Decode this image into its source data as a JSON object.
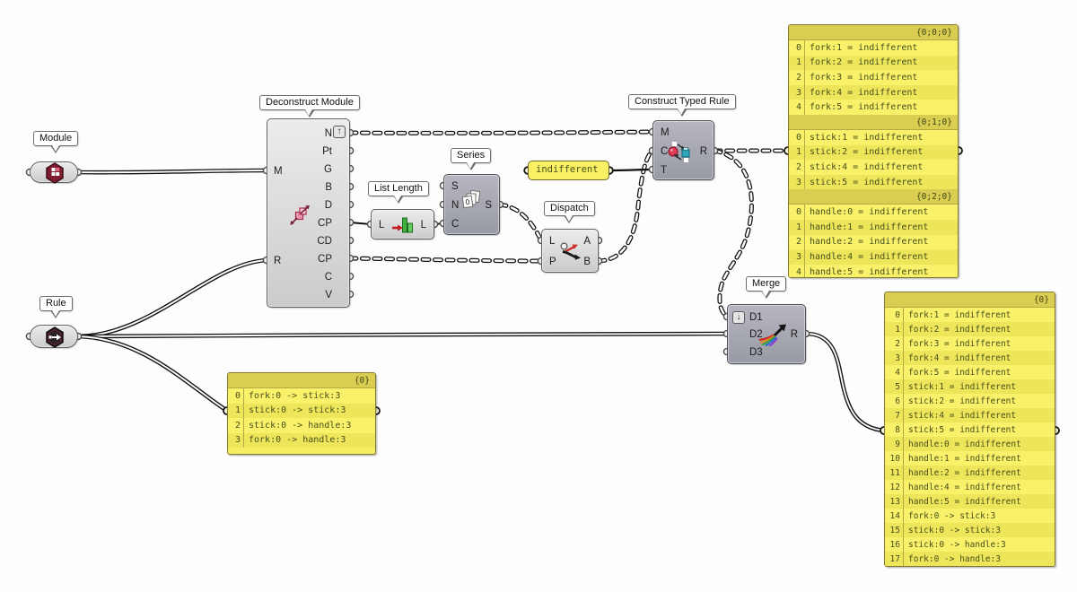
{
  "colors": {
    "canvas": "#fdfdfd",
    "wire": "#111111",
    "panel_yellow": "#f5ed62",
    "panel_header_yellow": "#d9ce52",
    "panel_text": "#474f1d",
    "component_gray": "#d9d9d9",
    "component_dark_gray": "#a8a8b2",
    "module_icon_red": "#7e1c30",
    "series_icon_teal": "#2fa7b8"
  },
  "icons": {
    "publish_up": "↑",
    "flatten_down": "↓"
  },
  "components": {
    "module": {
      "label": "Module"
    },
    "rule": {
      "label": "Rule"
    },
    "deconstruct": {
      "label": "Deconstruct Module",
      "inputs": [
        "M",
        "R"
      ],
      "outputs": [
        "N",
        "Pt",
        "G",
        "B",
        "D",
        "CP",
        "CD",
        "CP",
        "C",
        "V"
      ]
    },
    "list_length": {
      "label": "List Length",
      "inputs": [
        "L"
      ],
      "outputs": [
        "L"
      ]
    },
    "series": {
      "label": "Series",
      "inputs": [
        "S",
        "N",
        "C"
      ],
      "outputs": [
        "S"
      ]
    },
    "dispatch": {
      "label": "Dispatch",
      "inputs": [
        "L",
        "P"
      ],
      "outputs": [
        "A",
        "B"
      ]
    },
    "ctr": {
      "label": "Construct Typed Rule",
      "inputs": [
        "M",
        "C",
        "T"
      ],
      "outputs": [
        "R"
      ]
    },
    "merge": {
      "label": "Merge",
      "inputs": [
        "D1",
        "D2",
        "D3"
      ],
      "outputs": [
        "R"
      ]
    }
  },
  "panels": {
    "indifferent": {
      "text": "indifferent"
    },
    "top_right": {
      "sections": [
        {
          "header": "{0;0;0}",
          "rows": [
            {
              "i": 0,
              "t": "fork:1 = indifferent"
            },
            {
              "i": 1,
              "t": "fork:2 = indifferent"
            },
            {
              "i": 2,
              "t": "fork:3 = indifferent"
            },
            {
              "i": 3,
              "t": "fork:4 = indifferent"
            },
            {
              "i": 4,
              "t": "fork:5 = indifferent"
            }
          ]
        },
        {
          "header": "{0;1;0}",
          "rows": [
            {
              "i": 0,
              "t": "stick:1 = indifferent"
            },
            {
              "i": 1,
              "t": "stick:2 = indifferent"
            },
            {
              "i": 2,
              "t": "stick:4 = indifferent"
            },
            {
              "i": 3,
              "t": "stick:5 = indifferent"
            }
          ]
        },
        {
          "header": "{0;2;0}",
          "rows": [
            {
              "i": 0,
              "t": "handle:0 = indifferent"
            },
            {
              "i": 1,
              "t": "handle:1 = indifferent"
            },
            {
              "i": 2,
              "t": "handle:2 = indifferent"
            },
            {
              "i": 3,
              "t": "handle:4 = indifferent"
            },
            {
              "i": 4,
              "t": "handle:5 = indifferent"
            }
          ]
        }
      ]
    },
    "bottom_left": {
      "header": "{0}",
      "rows": [
        {
          "i": 0,
          "t": "fork:0 -> stick:3"
        },
        {
          "i": 1,
          "t": "stick:0 -> stick:3"
        },
        {
          "i": 2,
          "t": "stick:0 -> handle:3"
        },
        {
          "i": 3,
          "t": "fork:0 -> handle:3"
        }
      ]
    },
    "bottom_right": {
      "header": "{0}",
      "rows": [
        {
          "i": 0,
          "t": "fork:1 = indifferent"
        },
        {
          "i": 1,
          "t": "fork:2 = indifferent"
        },
        {
          "i": 2,
          "t": "fork:3 = indifferent"
        },
        {
          "i": 3,
          "t": "fork:4 = indifferent"
        },
        {
          "i": 4,
          "t": "fork:5 = indifferent"
        },
        {
          "i": 5,
          "t": "stick:1 = indifferent"
        },
        {
          "i": 6,
          "t": "stick:2 = indifferent"
        },
        {
          "i": 7,
          "t": "stick:4 = indifferent"
        },
        {
          "i": 8,
          "t": "stick:5 = indifferent"
        },
        {
          "i": 9,
          "t": "handle:0 = indifferent"
        },
        {
          "i": 10,
          "t": "handle:1 = indifferent"
        },
        {
          "i": 11,
          "t": "handle:2 = indifferent"
        },
        {
          "i": 12,
          "t": "handle:4 = indifferent"
        },
        {
          "i": 13,
          "t": "handle:5 = indifferent"
        },
        {
          "i": 14,
          "t": "fork:0 -> stick:3"
        },
        {
          "i": 15,
          "t": "stick:0 -> stick:3"
        },
        {
          "i": 16,
          "t": "stick:0 -> handle:3"
        },
        {
          "i": 17,
          "t": "fork:0 -> handle:3"
        }
      ]
    }
  }
}
